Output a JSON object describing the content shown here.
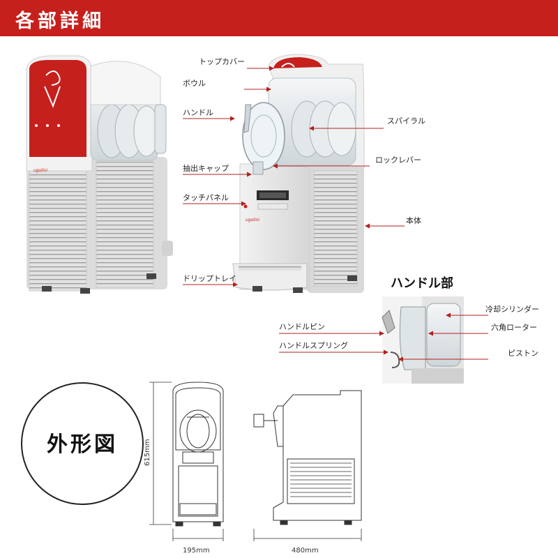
{
  "header": {
    "title": "各部詳細"
  },
  "brand": "ugolini",
  "labels": {
    "top_cover": "トップカバー",
    "bowl": "ボウル",
    "handle": "ハンドル",
    "spiral": "スパイラル",
    "dispense_cap": "抽出キャップ",
    "lock_lever": "ロックレバー",
    "touch_panel": "タッチパネル",
    "body": "本体",
    "drip_tray": "ドリップトレイ"
  },
  "handle_section": {
    "title": "ハンドル部",
    "cooling_cylinder": "冷却シリンダー",
    "hex_rotor": "六角ローター",
    "handle_pin": "ハンドルピン",
    "handle_spring": "ハンドルスプリング",
    "piston": "ピストン"
  },
  "outline": {
    "title": "外形図",
    "height": "615mm",
    "width_front": "195mm",
    "depth_side": "480mm"
  },
  "colors": {
    "accent": "#c6201d",
    "arrow": "#b02020",
    "machine": "#e9e9e9"
  }
}
